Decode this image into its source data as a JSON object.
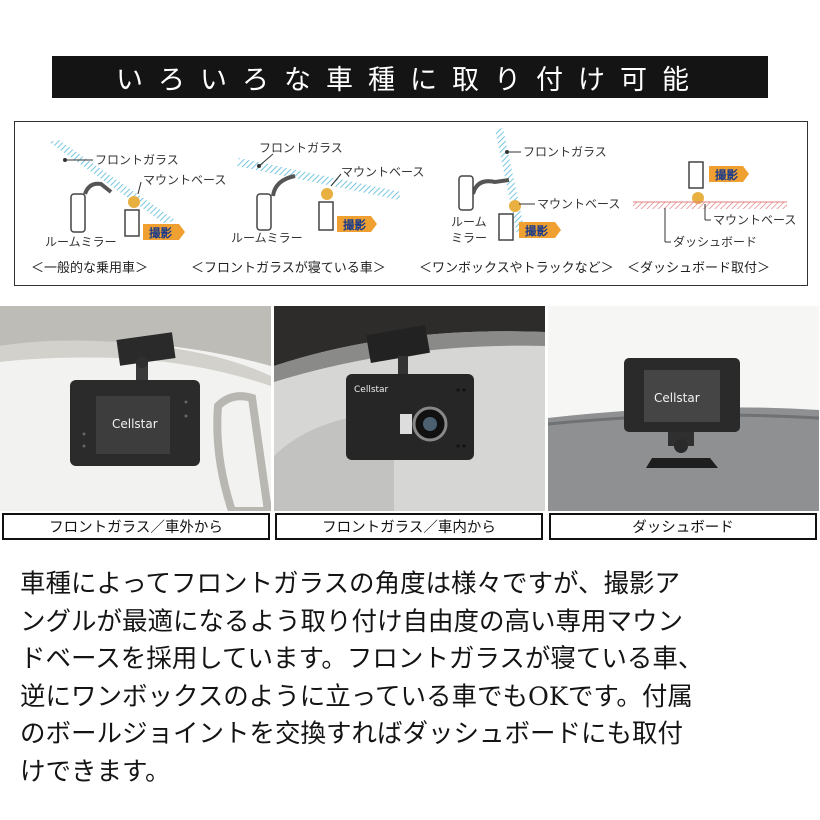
{
  "title": "いろいろな車種に取り付け可能",
  "diagram": {
    "panels": [
      {
        "glass_label": "フロントガラス",
        "mount_label": "マウントベース",
        "mirror_label": "ルームミラー",
        "shoot_label": "撮影",
        "caption": "＜一般的な乗用車＞"
      },
      {
        "glass_label": "フロントガラス",
        "mount_label": "マウントベース",
        "mirror_label": "ルームミラー",
        "shoot_label": "撮影",
        "caption": "＜フロントガラスが寝ている車＞"
      },
      {
        "glass_label": "フロントガラス",
        "mount_label": "マウントベース",
        "mirror_label_1": "ルーム",
        "mirror_label_2": "ミラー",
        "shoot_label": "撮影",
        "caption": "＜ワンボックスやトラックなど＞"
      },
      {
        "shoot_label": "撮影",
        "mount_label": "マウントベース",
        "dash_label": "ダッシュボード",
        "caption": "＜ダッシュボード取付＞"
      }
    ]
  },
  "photos": [
    {
      "brand": "Cellstar",
      "caption": "フロントガラス／車外から"
    },
    {
      "brand": "Cellstar",
      "caption": "フロントガラス／車内から"
    },
    {
      "brand": "Cellstar",
      "caption": "ダッシュボード"
    }
  ],
  "body_lines": [
    "車種によってフロントガラスの角度は様々ですが、撮影ア",
    "ングルが最適になるよう取り付け自由度の高い専用マウン",
    "ドベースを採用しています。フロントガラスが寝ている車、",
    "逆にワンボックスのように立っている車でもOKです。付属",
    "のボールジョイントを交換すればダッシュボードにも取付",
    "けできます。"
  ],
  "colors": {
    "title_bg": "#141414",
    "glass": "#55b8d8",
    "arrow": "#f0a030",
    "mount": "#e8b040",
    "dash": "#e08080"
  }
}
